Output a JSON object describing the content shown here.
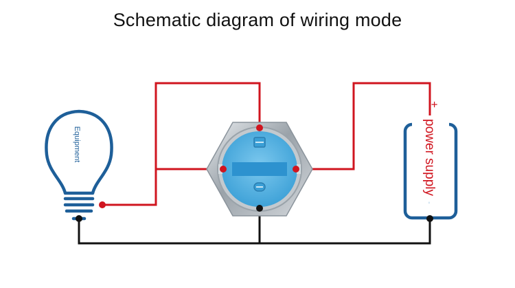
{
  "title": "Schematic diagram of wiring mode",
  "equipment": {
    "label": "Equipment"
  },
  "power_supply": {
    "label": "power supply",
    "positive": "+",
    "negative": "-"
  },
  "colors": {
    "live_wire": "#d0151f",
    "neutral_wire": "#111111",
    "outline_blue": "#1e5f99",
    "button_face": "#4aaee0",
    "button_metal": "#b9c0c6"
  }
}
